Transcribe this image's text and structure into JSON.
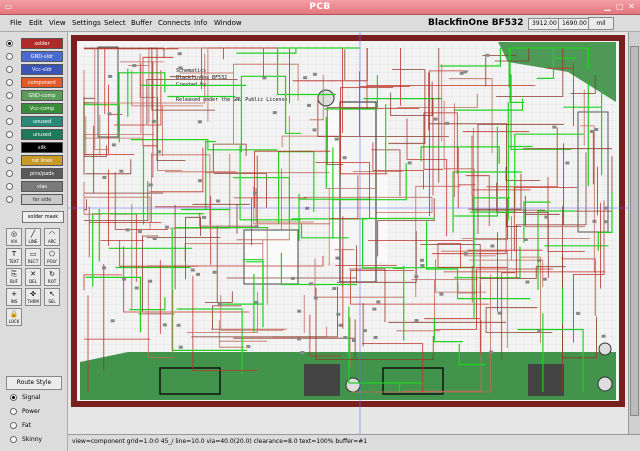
{
  "window": {
    "title": "PCB"
  },
  "menus": [
    "File",
    "Edit",
    "View",
    "Settings",
    "Select",
    "Buffer",
    "Connects",
    "Info",
    "Window"
  ],
  "board_name": "BlackfinOne BF532",
  "coords": {
    "x": "3912.00",
    "y": "1690.00"
  },
  "unit": "mil",
  "layers": [
    {
      "label": "solder",
      "color": "#b02a2a",
      "selected": true
    },
    {
      "label": "GND-sldr",
      "color": "#4a6bd0",
      "selected": false
    },
    {
      "label": "Vcc-sldr",
      "color": "#3a55b5",
      "selected": false
    },
    {
      "label": "component",
      "color": "#e05a2a",
      "selected": false
    },
    {
      "label": "GND-comp",
      "color": "#5a9c5a",
      "selected": false
    },
    {
      "label": "Vcc-comp",
      "color": "#3a8c3a",
      "selected": false
    },
    {
      "label": "unused",
      "color": "#2a8a7a",
      "selected": false
    },
    {
      "label": "unused",
      "color": "#1e7a5a",
      "selected": false
    },
    {
      "label": "silk",
      "color": "#000000",
      "selected": false
    },
    {
      "label": "rat lines",
      "color": "#c89a2a",
      "selected": false
    },
    {
      "label": "pins/pads",
      "color": "#5a5a5a",
      "selected": false
    },
    {
      "label": "vias",
      "color": "#7a7a7a",
      "selected": false
    },
    {
      "label": "far side",
      "color": "#c8c8c8",
      "selected": false
    }
  ],
  "solder_mask": "solder mask",
  "tools": [
    {
      "label": "VIA",
      "icon": "via-icon",
      "glyph": "◎"
    },
    {
      "label": "LINE",
      "icon": "line-icon",
      "glyph": "╱"
    },
    {
      "label": "ARC",
      "icon": "arc-icon",
      "glyph": "◠"
    },
    {
      "label": "TEXT",
      "icon": "text-icon",
      "glyph": "T"
    },
    {
      "label": "RECT",
      "icon": "rect-icon",
      "glyph": "▭"
    },
    {
      "label": "POLY",
      "icon": "poly-icon",
      "glyph": "⬠"
    },
    {
      "label": "BUF",
      "icon": "buffer-icon",
      "glyph": "⎘"
    },
    {
      "label": "DEL",
      "icon": "delete-icon",
      "glyph": "✕"
    },
    {
      "label": "ROT",
      "icon": "rotate-icon",
      "glyph": "↻"
    },
    {
      "label": "INS",
      "icon": "insert-icon",
      "glyph": "+"
    },
    {
      "label": "THRM",
      "icon": "thermal-icon",
      "glyph": "✜"
    },
    {
      "label": "SEL",
      "icon": "select-icon",
      "glyph": "↖"
    },
    {
      "label": "LOCK",
      "icon": "lock-icon",
      "glyph": "🔒"
    }
  ],
  "route_style": {
    "label": "Route Style",
    "options": [
      {
        "label": "Signal",
        "selected": true
      },
      {
        "label": "Power",
        "selected": false
      },
      {
        "label": "Fat",
        "selected": false
      },
      {
        "label": "Skinny",
        "selected": false
      }
    ]
  },
  "status": "view=component  grid=1.0:0  45_/  line=10.0  via=40.0(20.0)  clearance=8.0  text=100%  buffer=#1",
  "board_texts": {
    "header1": "Schematics",
    "header2": "BlackfinOne BF532",
    "header3": "Created by",
    "header4": "Released under the GNU Public License"
  },
  "colors": {
    "background": "#e6e6e6",
    "board_border": "#7a1f1f",
    "green_traces": "#21d121",
    "red_traces": "#c0312a",
    "ground_plane": "#2f8a3a"
  }
}
